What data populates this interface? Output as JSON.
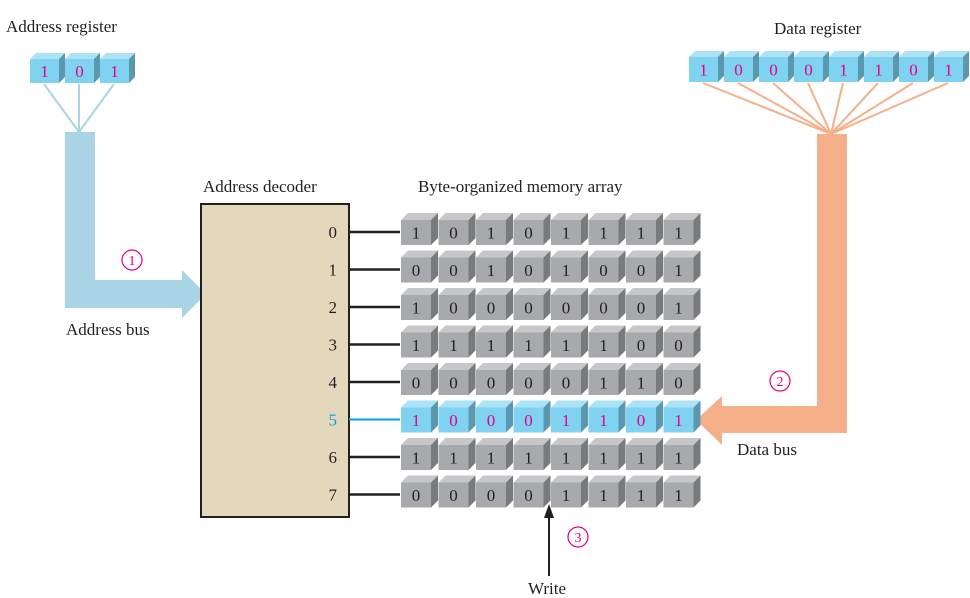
{
  "labels": {
    "address_register": "Address register",
    "data_register": "Data register",
    "address_decoder": "Address decoder",
    "memory_array": "Byte-organized memory array",
    "address_bus": "Address bus",
    "data_bus": "Data bus",
    "write": "Write"
  },
  "steps": [
    "1",
    "2",
    "3"
  ],
  "address_register_bits": [
    "1",
    "0",
    "1"
  ],
  "data_register_bits": [
    "1",
    "0",
    "0",
    "0",
    "1",
    "1",
    "0",
    "1"
  ],
  "decoder_outputs": [
    "0",
    "1",
    "2",
    "3",
    "4",
    "5",
    "6",
    "7"
  ],
  "selected_address": 5,
  "memory_rows": [
    [
      "1",
      "0",
      "1",
      "0",
      "1",
      "1",
      "1",
      "1"
    ],
    [
      "0",
      "0",
      "1",
      "0",
      "1",
      "0",
      "0",
      "1"
    ],
    [
      "1",
      "0",
      "0",
      "0",
      "0",
      "0",
      "0",
      "1"
    ],
    [
      "1",
      "1",
      "1",
      "1",
      "1",
      "1",
      "0",
      "0"
    ],
    [
      "0",
      "0",
      "0",
      "0",
      "0",
      "1",
      "1",
      "0"
    ],
    [
      "1",
      "0",
      "0",
      "0",
      "1",
      "1",
      "0",
      "1"
    ],
    [
      "1",
      "1",
      "1",
      "1",
      "1",
      "1",
      "1",
      "1"
    ],
    [
      "0",
      "0",
      "0",
      "0",
      "1",
      "1",
      "1",
      "1"
    ]
  ],
  "colors": {
    "address_bus": "#a8d4e6",
    "data_bus": "#f5b08a",
    "decoder_fill": "#e4d8bc",
    "highlight_cell": "#7fd3f0",
    "gray_cell": "#a7a9ac",
    "magenta_text": "#e6007e",
    "selected_line": "#00a0df"
  }
}
